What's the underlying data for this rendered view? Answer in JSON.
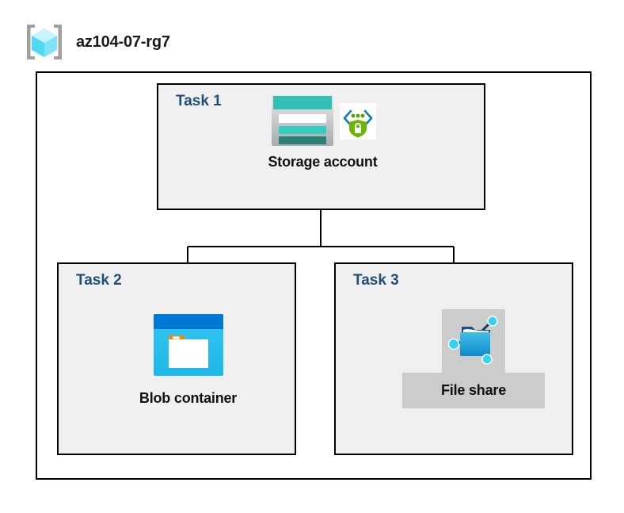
{
  "resource_group": {
    "name": "az104-07-rg7",
    "icon": "resource-group-cube-icon"
  },
  "tasks": [
    {
      "label": "Task 1",
      "node": {
        "caption": "Storage account",
        "icons": [
          "storage-account-icon",
          "private-endpoint-shield-icon"
        ],
        "highlighted": false
      }
    },
    {
      "label": "Task 2",
      "node": {
        "caption": "Blob container",
        "icons": [
          "blob-container-icon"
        ],
        "highlighted": false
      }
    },
    {
      "label": "Task 3",
      "node": {
        "caption": "File share",
        "icons": [
          "file-share-icon"
        ],
        "highlighted": true
      }
    }
  ],
  "colors": {
    "task_label": "#1F4E79",
    "task_box_fill": "#F0F0F0",
    "border": "#000000",
    "highlight": "#CCCCCC",
    "storage_teal": "#32BFB5",
    "storage_teal_dark": "#2D8076",
    "blob_blue": "#0078D4",
    "blob_cyan": "#32BEE8",
    "blob_orange": "#F2870D",
    "shield_green": "#56A300",
    "cube_cyan": "#9CEBFF",
    "bracket_gray": "#A0A0A0"
  },
  "connections": [
    {
      "from": "Storage account",
      "to": "Blob container"
    },
    {
      "from": "Storage account",
      "to": "File share"
    }
  ]
}
